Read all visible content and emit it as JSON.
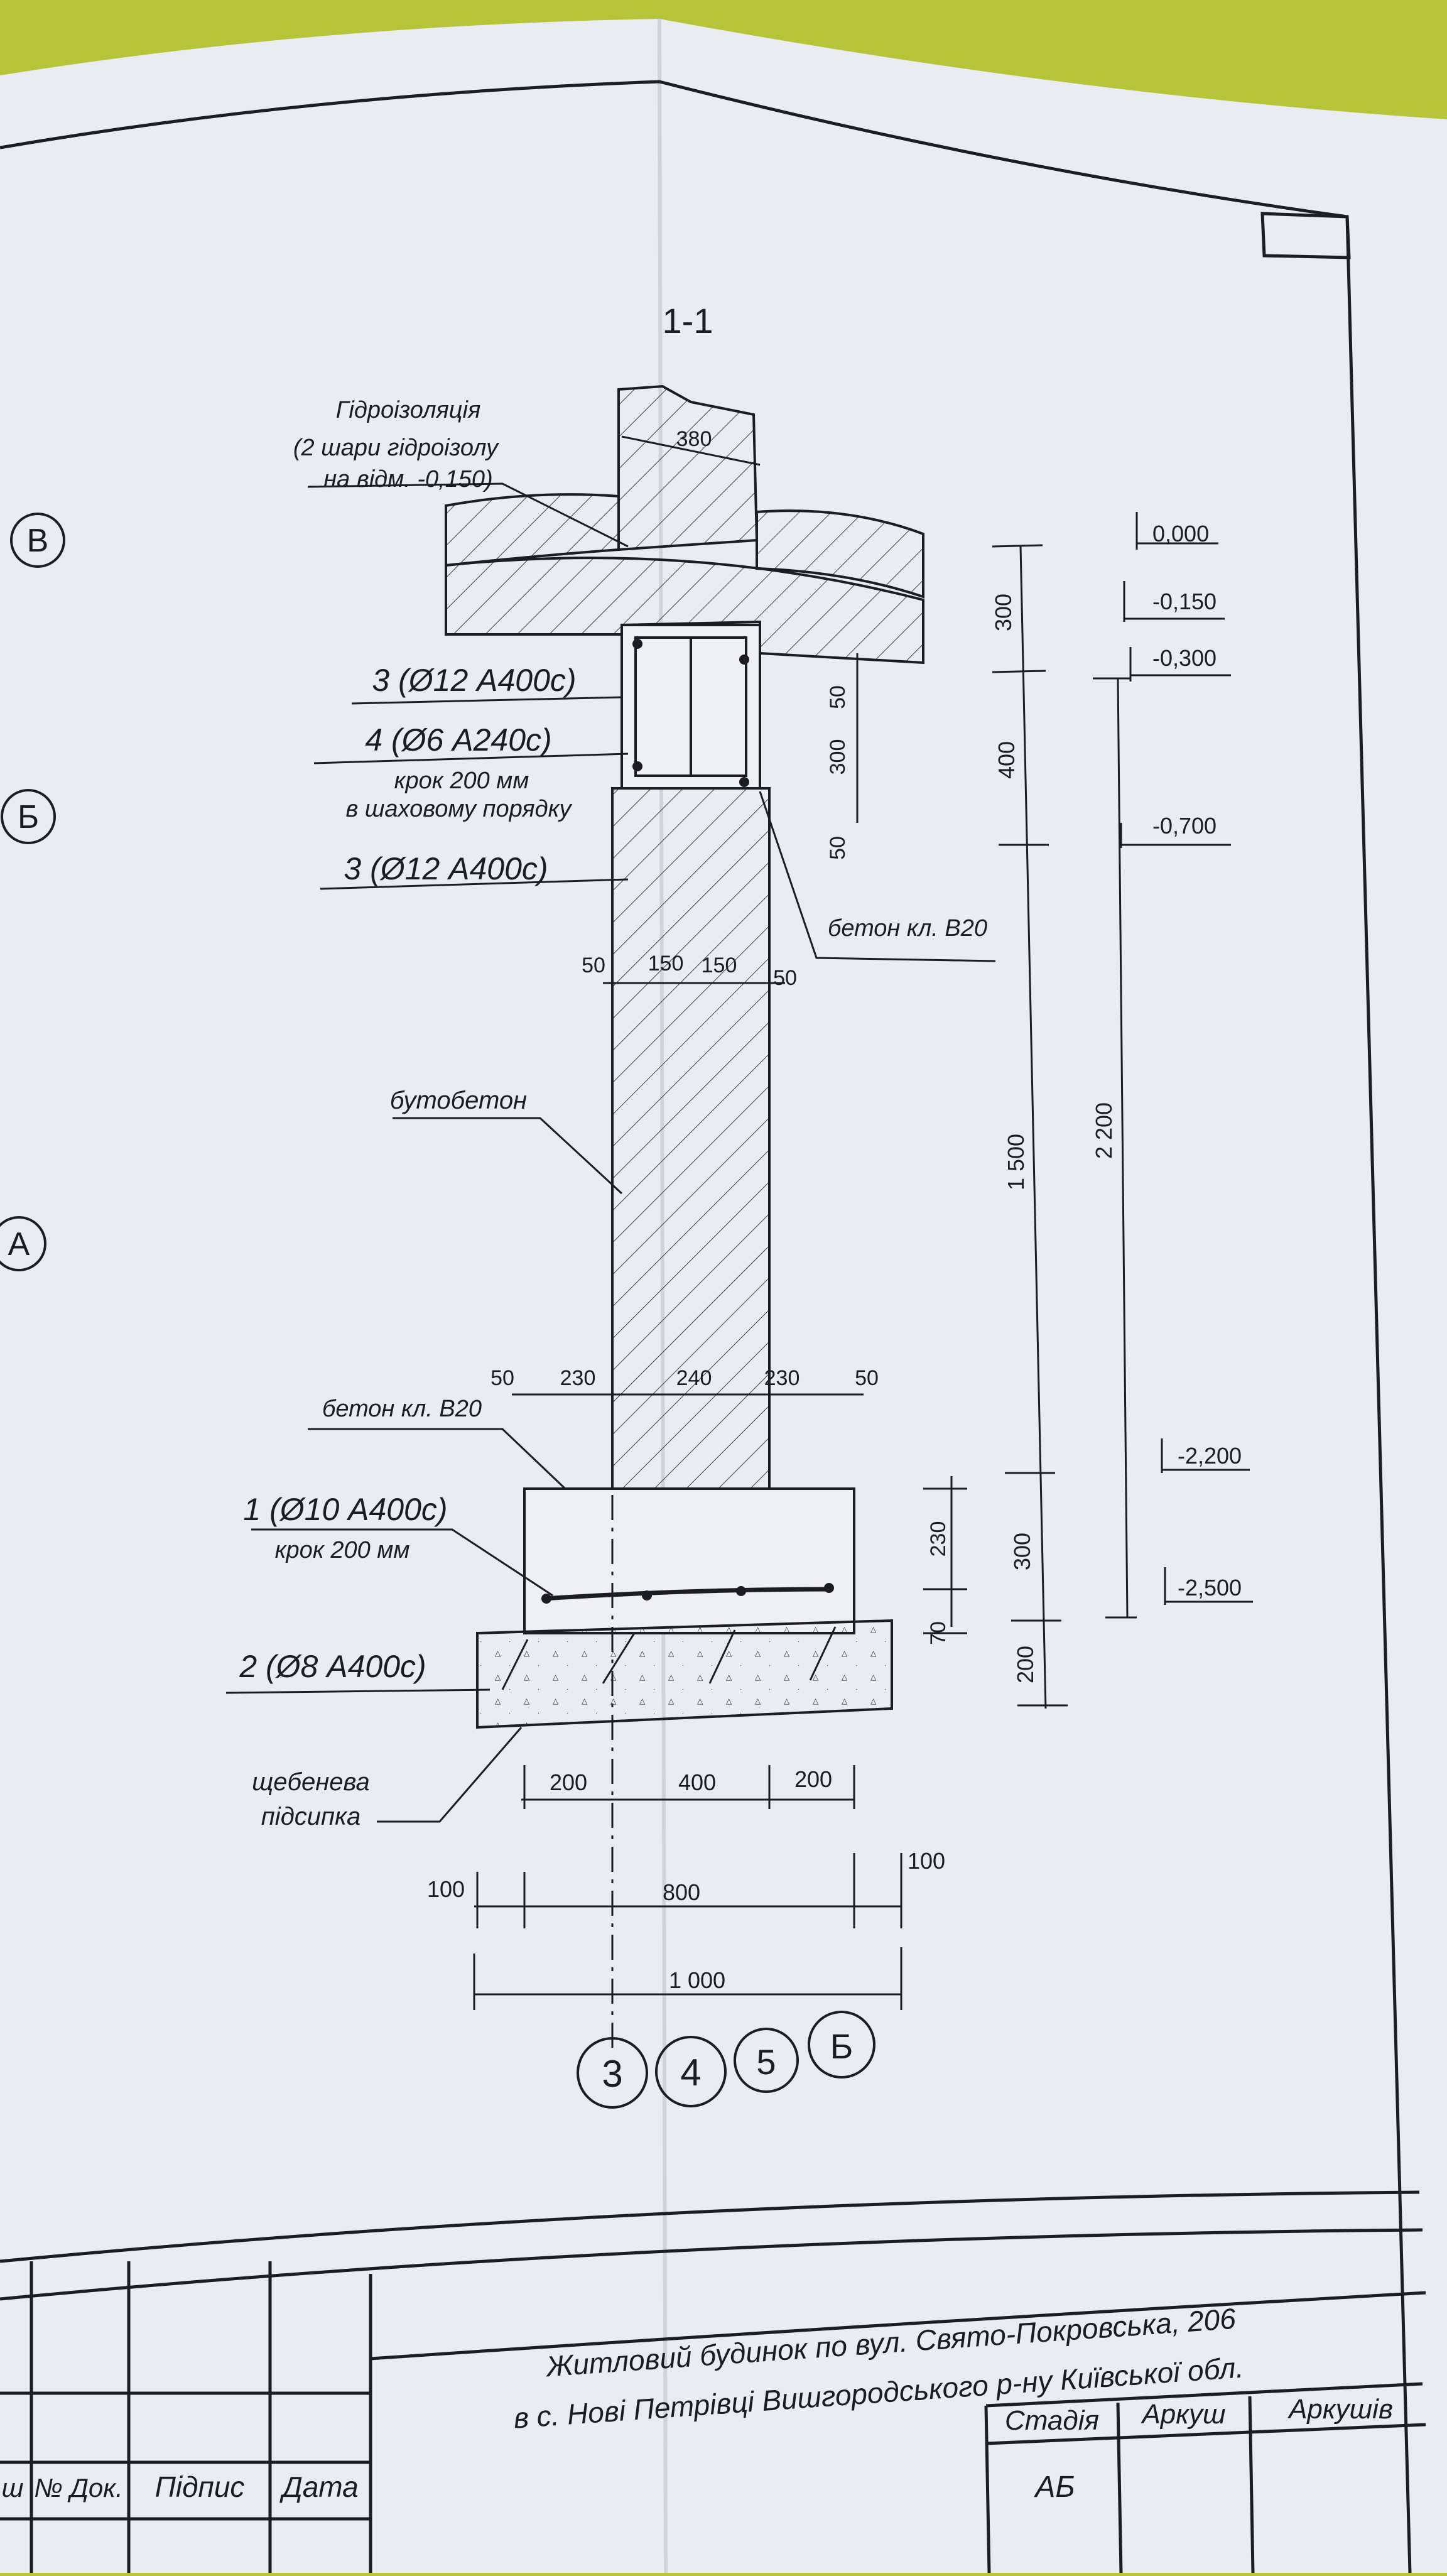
{
  "section_title": "1-1",
  "axis_marks": {
    "left": [
      "В",
      "Б",
      "А"
    ],
    "bottom": [
      "3",
      "4",
      "5",
      "Б"
    ]
  },
  "callouts": {
    "waterproofing": [
      "Гідроізоляція",
      "(2 шари гідроізолу",
      "на відм. -0,150)"
    ],
    "rebar_3_top": "3 (Ø12 А400с)",
    "rebar_4": "4 (Ø6 А240с)",
    "rebar_4_step": [
      "крок 200 мм",
      "в шаховому порядку"
    ],
    "rebar_3_bottom": "3 (Ø12 А400с)",
    "concrete_top": "бетон кл. В20",
    "rubble_concrete": "бутобетон",
    "concrete_bottom": "бетон кл. В20",
    "rebar_1": "1 (Ø10 А400с)",
    "rebar_1_step": "крок 200 мм",
    "rebar_2": "2 (Ø8 А400с)",
    "gravel": [
      "щебенева",
      "підсипка"
    ]
  },
  "dimensions": {
    "wall_width": "380",
    "belt_right_v": [
      "50",
      "300",
      "50"
    ],
    "column_h": [
      "50",
      "150",
      "150",
      "50"
    ],
    "footing_h": [
      "50",
      "230",
      "240",
      "230",
      "50"
    ],
    "footing_v": [
      "230",
      "70"
    ],
    "gravel_h": [
      "200",
      "400",
      "200"
    ],
    "base_h": [
      "100",
      "800",
      "100"
    ],
    "total_width": "1 000",
    "chain_a": [
      "300",
      "400",
      "1 500",
      "300",
      "200"
    ],
    "chain_b": "2 200"
  },
  "levels": [
    "0,000",
    "-0,150",
    "-0,300",
    "-0,700",
    "-2,200",
    "-2,500"
  ],
  "title_block": {
    "project_line1": "Житловий будинок по вул. Свято-Покровська, 206",
    "project_line2": "в с. Нові Петрівці Вишгородського р-ну Київської обл.",
    "columns": [
      "ш",
      "№ Док.",
      "Підпис",
      "Дата"
    ],
    "stage_headers": [
      "Стадія",
      "Аркуш",
      "Аркушів"
    ],
    "stage_value": "АБ"
  },
  "colors": {
    "paper": "#e9edf2",
    "background": "#b7c43a",
    "ink": "#1c1c24"
  }
}
